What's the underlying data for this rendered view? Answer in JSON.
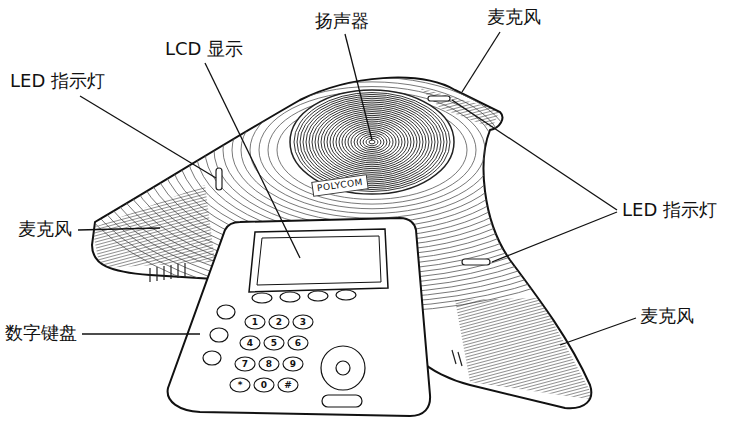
{
  "diagram": {
    "labels": [
      "扬声器",
      "麦克风",
      "LCD 显示",
      "LED 指示灯",
      "LED 指示灯",
      "麦克风",
      "数字键盘",
      "麦克风",
      "POLYCOM",
      "1",
      "2",
      "3",
      "4",
      "5",
      "6",
      "7",
      "8",
      "9",
      "*",
      "0",
      "#"
    ]
  }
}
